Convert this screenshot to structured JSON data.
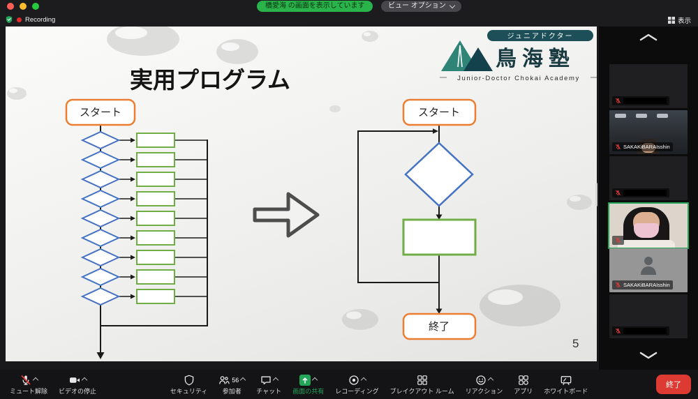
{
  "menubar": {
    "screen_banner": "橋愛海 の画面を表示しています",
    "view_options": "ビュー オプション",
    "recording": "Recording",
    "view": "表示"
  },
  "slide": {
    "title": "実用プログラム",
    "page": "5",
    "logo": {
      "badge": "ジュニアドクター",
      "name": "鳥海塾",
      "subtitle": "Junior-Doctor Chokai Academy"
    },
    "left_flow": {
      "start": "スタート"
    },
    "right_flow": {
      "start": "スタート",
      "end": "終了"
    }
  },
  "participants_panel": {
    "items": [
      {
        "name": ""
      },
      {
        "name": "SAKAKiBARAIsshin"
      },
      {
        "name": ""
      },
      {
        "name": ""
      },
      {
        "name": "SAKAKiBARAIsshin"
      },
      {
        "name": ""
      }
    ]
  },
  "toolbar": {
    "mute": "ミュート解除",
    "video": "ビデオの停止",
    "security": "セキュリティ",
    "participants": "参加者",
    "participants_count": "56",
    "chat": "チャット",
    "share": "画面の共有",
    "record": "レコーディング",
    "breakout": "ブレイクアウト ルーム",
    "reactions": "リアクション",
    "apps": "アプリ",
    "whiteboard": "ホワイトボード",
    "end": "終了"
  },
  "colors": {
    "accent_green": "#23a55a",
    "danger_red": "#e02828",
    "flow_orange": "#ED7D31",
    "flow_blue": "#4472C4",
    "flow_green": "#70AD47"
  }
}
